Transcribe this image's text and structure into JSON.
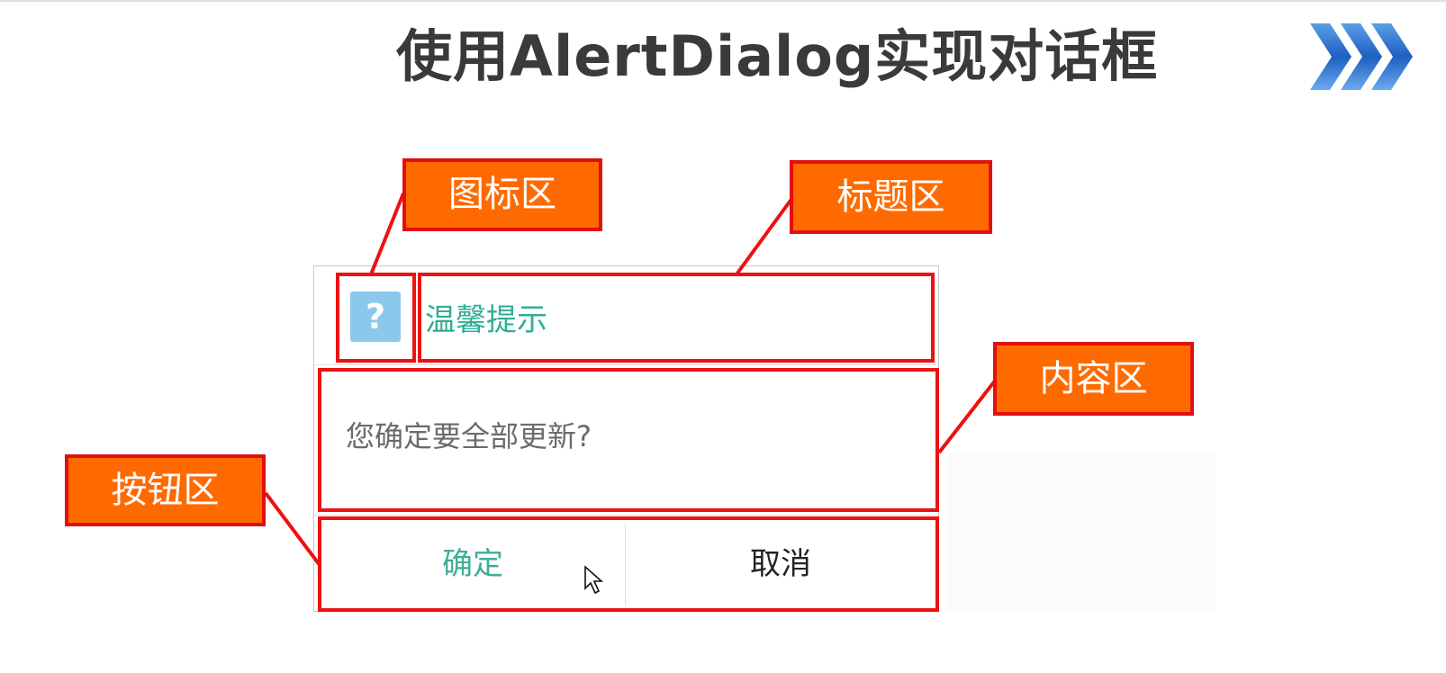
{
  "slide": {
    "title": "使用AlertDialog实现对话框",
    "chevrons_icon": "triple-chevron-right-icon"
  },
  "dialog": {
    "icon_glyph": "?",
    "icon_color": "#8cc8ee",
    "title": "温馨提示",
    "title_color": "#2fae95",
    "message": "您确定要全部更新?",
    "buttons": {
      "ok": "确定",
      "cancel": "取消"
    }
  },
  "callouts": {
    "icon_area": "图标区",
    "title_area": "标题区",
    "content_area": "内容区",
    "button_area": "按钮区"
  },
  "colors": {
    "callout_fill": "#ff6a00",
    "highlight": "#ee1111",
    "accent_teal": "#2fae95"
  }
}
